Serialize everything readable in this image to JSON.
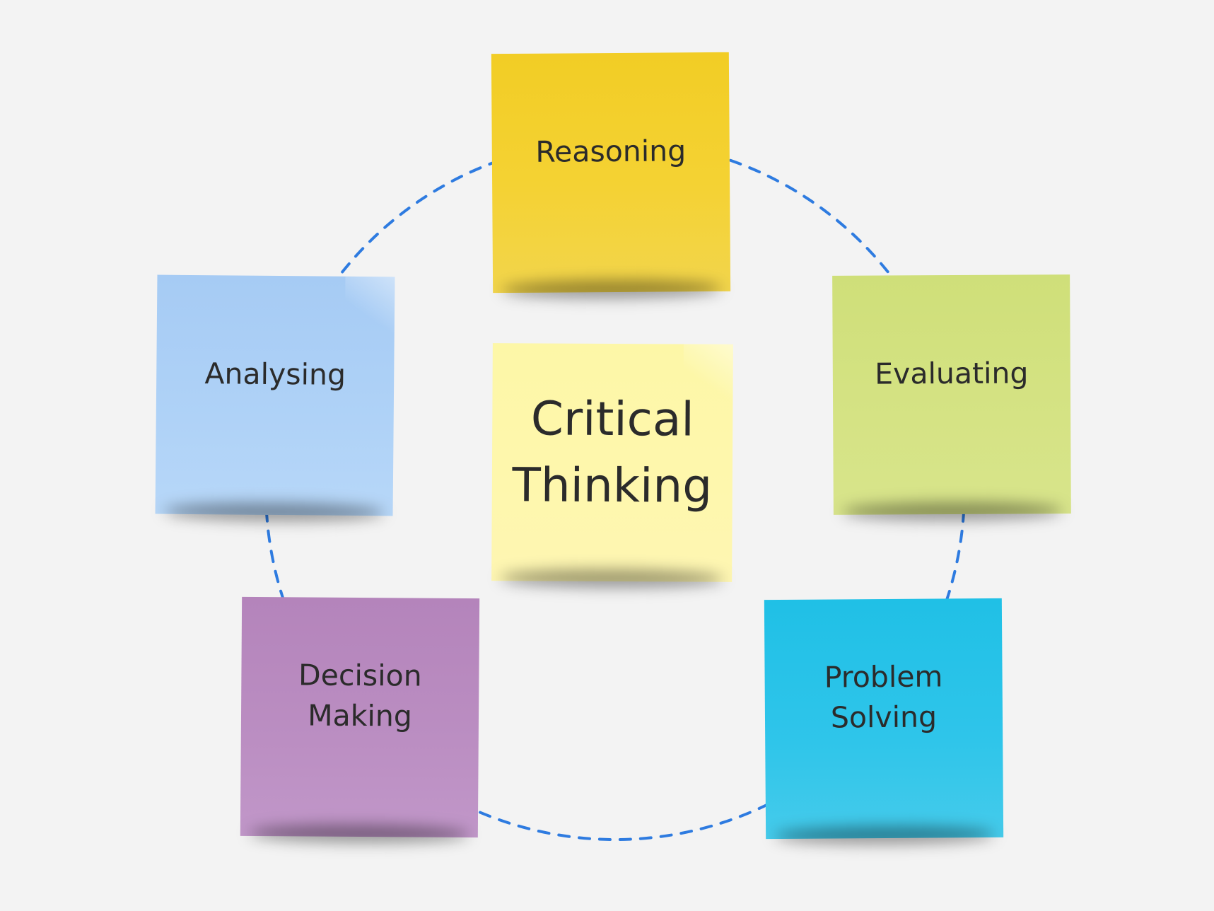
{
  "diagram": {
    "center": {
      "label": "Critical\nThinking",
      "color": "#fef7ad"
    },
    "nodes": [
      {
        "id": "reasoning",
        "label": "Reasoning",
        "color": "#f4d233"
      },
      {
        "id": "evaluating",
        "label": "Evaluating",
        "color": "#d5e384"
      },
      {
        "id": "problem",
        "label": "Problem\nSolving",
        "color": "#2fc5ea"
      },
      {
        "id": "decision",
        "label": "Decision\nMaking",
        "color": "#bb8ec2"
      },
      {
        "id": "analysing",
        "label": "Analysing",
        "color": "#afd2f7"
      }
    ],
    "connector": {
      "style": "dashed",
      "shape": "circle",
      "color": "#2e7be0"
    }
  }
}
